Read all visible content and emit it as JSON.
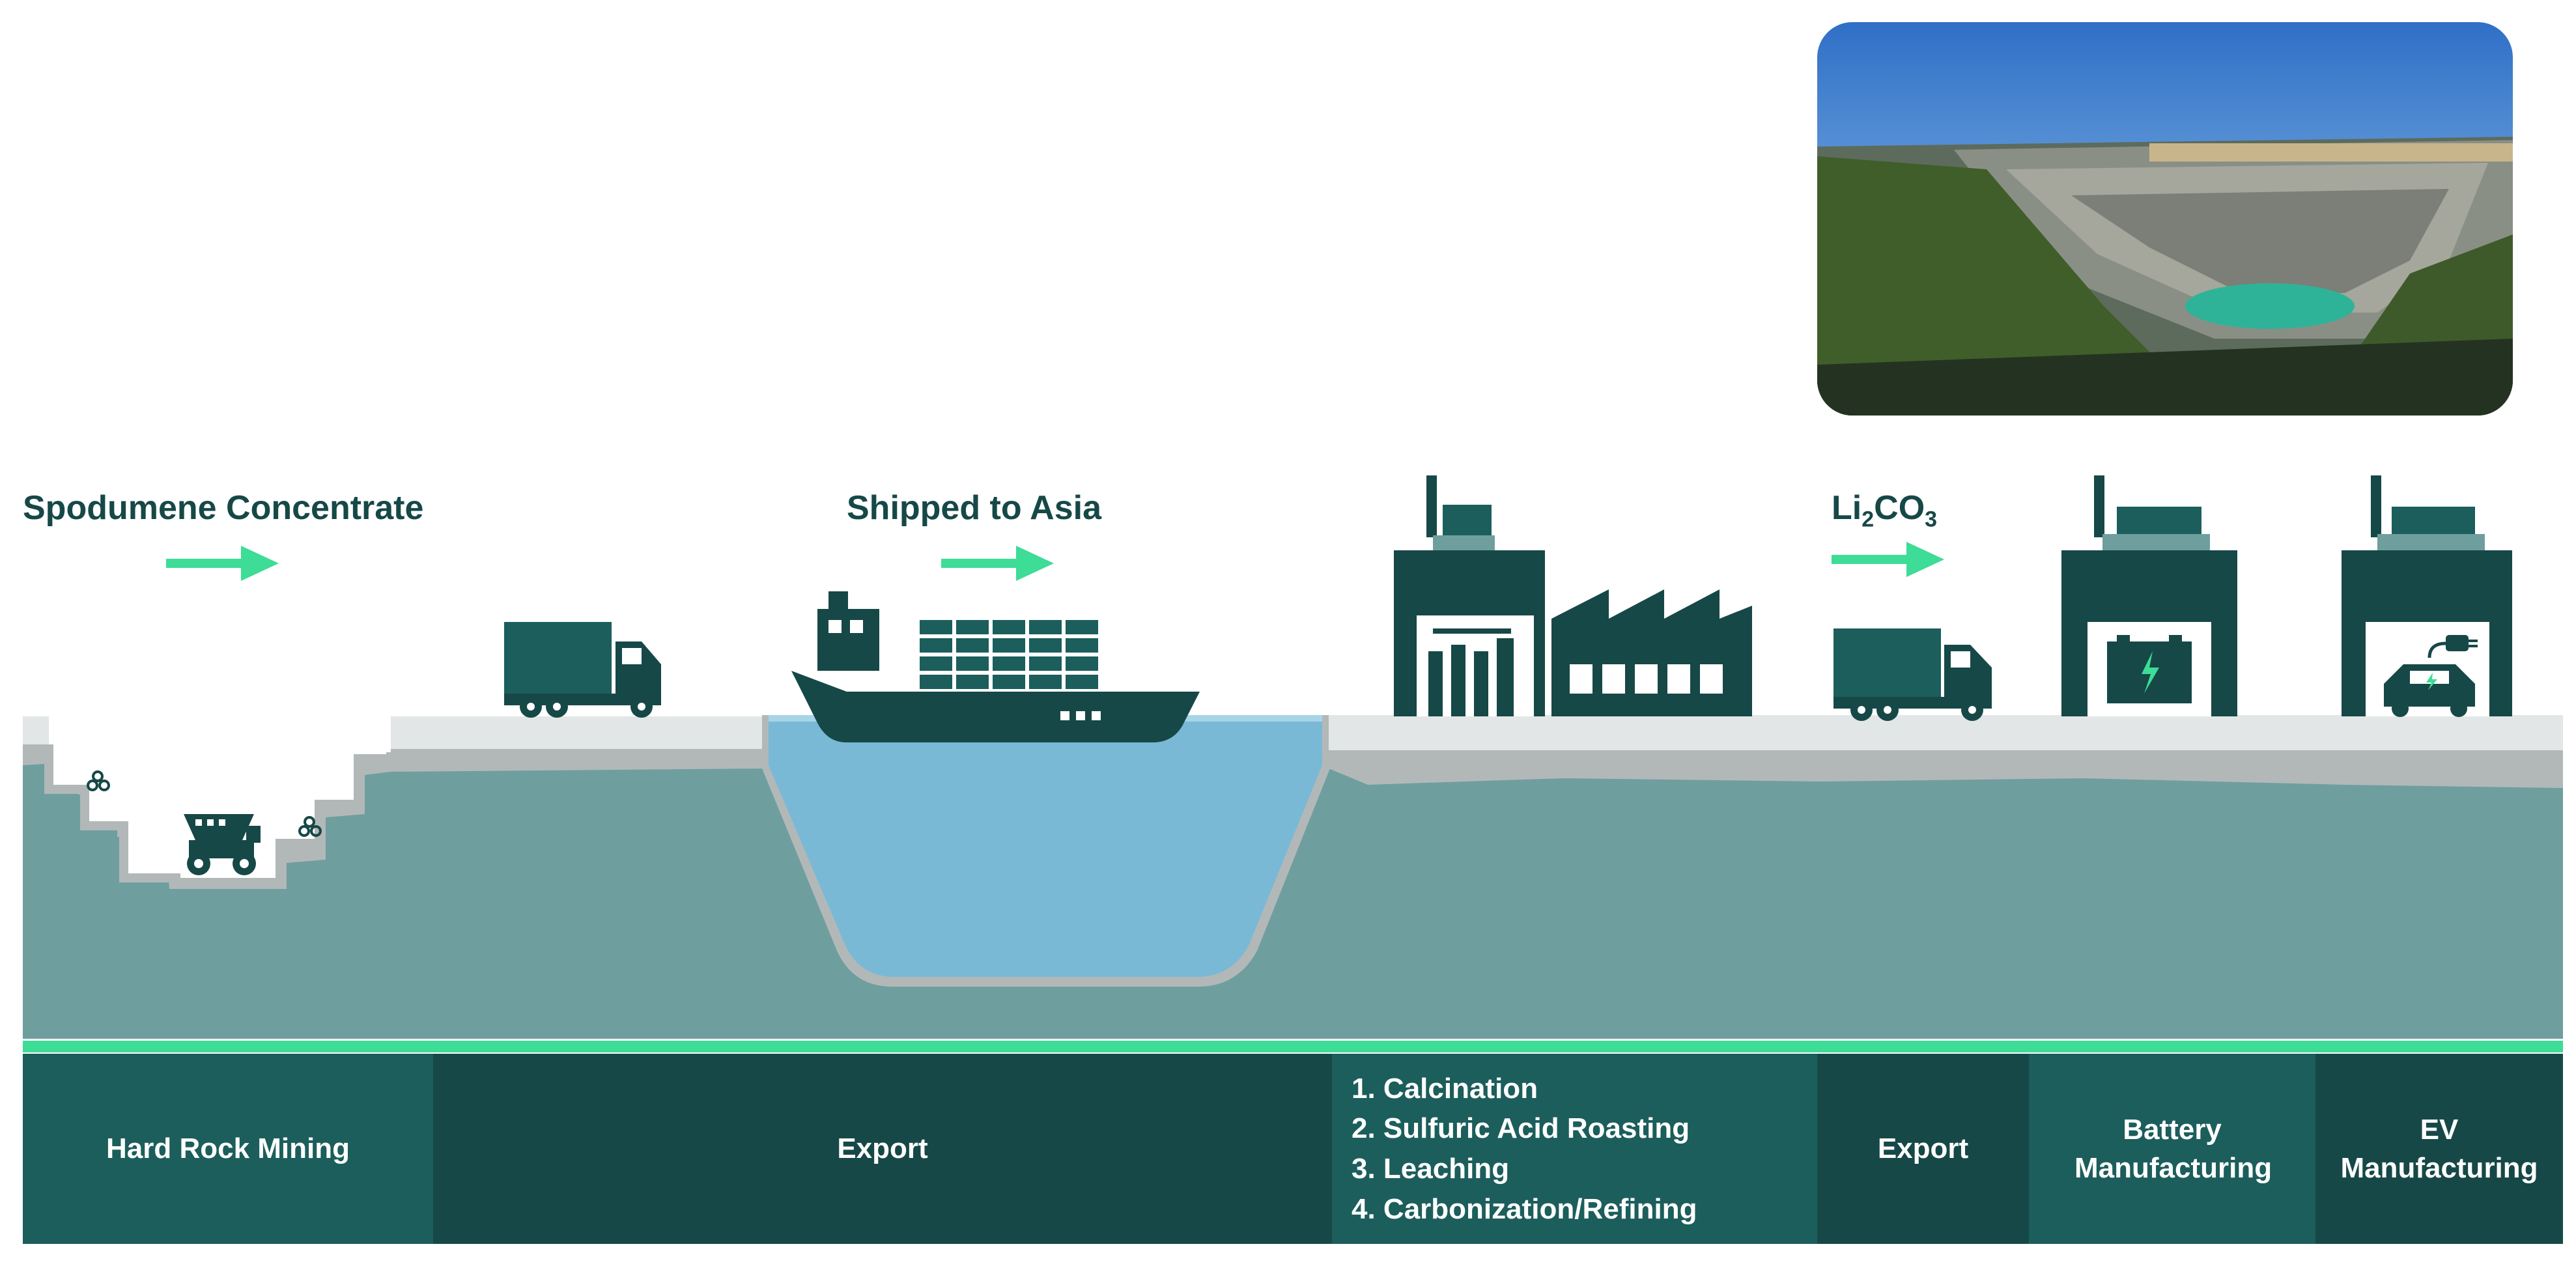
{
  "colors": {
    "dark_teal": "#164847",
    "mid_teal": "#1c5e5c",
    "ground": "#6f9e9f",
    "surface": "#e3e6e6",
    "surface_edge": "#b2b8b8",
    "water": "#79b9d6",
    "accent_green": "#3ddc97",
    "white": "#ffffff"
  },
  "labels": {
    "spodumene": "Spodumene Concentrate",
    "shipped": "Shipped to Asia",
    "li_prefix": "Li",
    "li_sub1": "2",
    "li_mid": "CO",
    "li_sub2": "3"
  },
  "footer": {
    "hard_rock": "Hard Rock Mining",
    "export1": "Export",
    "steps": [
      "1.  Calcination",
      "2.  Sulfuric Acid Roasting",
      "3.  Leaching",
      "4.  Carbonization/Refining"
    ],
    "export2": "Export",
    "battery": "Battery Manufacturing",
    "ev": "EV Manufacturing"
  },
  "icons": [
    "haul-truck-icon",
    "truck-icon",
    "container-ship-icon",
    "refinery-plant-icon",
    "factory-icon",
    "battery-plant-icon",
    "ev-plant-icon",
    "arrow-right-icon",
    "open-pit-mine-photo"
  ]
}
